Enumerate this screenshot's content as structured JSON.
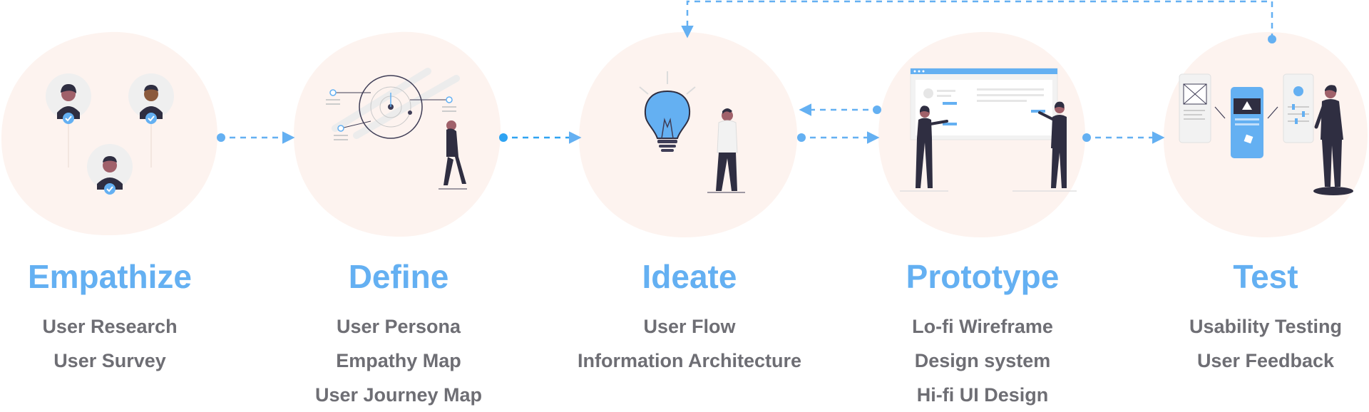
{
  "colors": {
    "accent": "#64b0f2",
    "blob": "#fdf3ef",
    "text_muted": "#6e6e74",
    "figure_dark": "#2f2e41"
  },
  "stages": [
    {
      "title": "Empathize",
      "items": [
        "User Research",
        "User Survey"
      ],
      "illustration": "user-avatars-illustration"
    },
    {
      "title": "Define",
      "items": [
        "User Persona",
        "Empathy Map",
        "User Journey Map"
      ],
      "illustration": "target-diagram-illustration"
    },
    {
      "title": "Ideate",
      "items": [
        "User Flow",
        "Information Architecture"
      ],
      "illustration": "lightbulb-illustration"
    },
    {
      "title": "Prototype",
      "items": [
        "Lo-fi Wireframe",
        "Design system",
        "Hi-fi UI Design"
      ],
      "illustration": "whiteboard-illustration"
    },
    {
      "title": "Test",
      "items": [
        "Usability Testing",
        "User Feedback"
      ],
      "illustration": "mobile-testing-illustration"
    }
  ]
}
